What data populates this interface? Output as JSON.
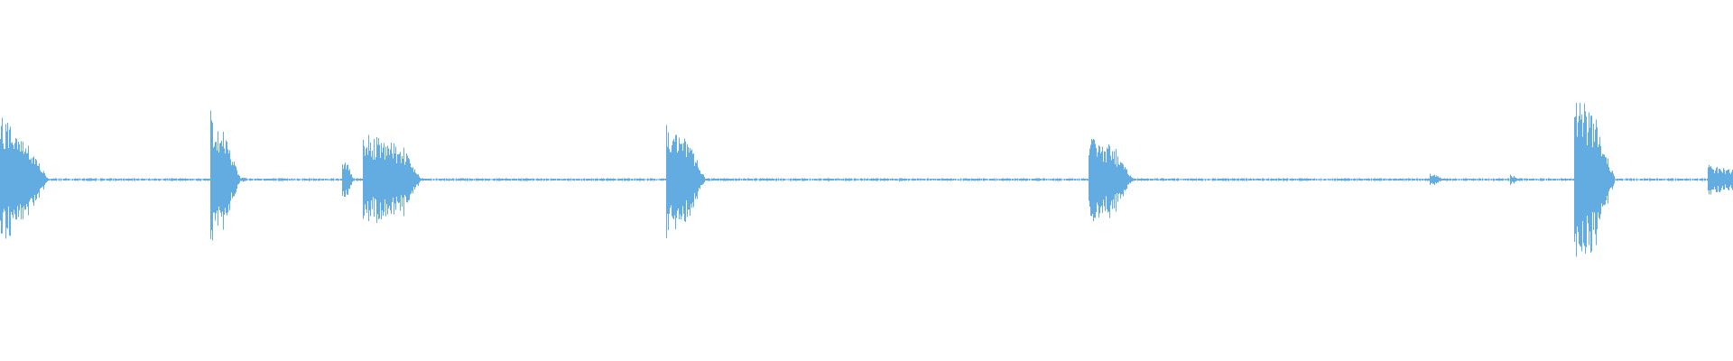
{
  "waveform": {
    "color": "#62ace2",
    "background": "#ffffff",
    "baseline_amplitude": 0.01,
    "bursts": [
      {
        "onset": 0.0,
        "peak": 0.72,
        "sustain": 0.016,
        "decay": 0.012,
        "echo": 0.025
      },
      {
        "onset": 0.121,
        "peak": 0.76,
        "sustain": 0.01,
        "decay": 0.008,
        "echo": 0.026
      },
      {
        "onset": 0.197,
        "peak": 0.25,
        "sustain": 0.004,
        "decay": 0.003
      },
      {
        "onset": 0.209,
        "peak": 0.52,
        "sustain": 0.026,
        "decay": 0.008,
        "echo": 0.04
      },
      {
        "onset": 0.384,
        "peak": 0.63,
        "sustain": 0.015,
        "decay": 0.008,
        "echo": 0.028
      },
      {
        "onset": 0.628,
        "peak": 0.51,
        "sustain": 0.016,
        "decay": 0.01,
        "echo": 0.03
      },
      {
        "onset": 0.825,
        "peak": 0.08,
        "sustain": 0.004,
        "decay": 0.004
      },
      {
        "onset": 0.871,
        "peak": 0.06,
        "sustain": 0.003,
        "decay": 0.003
      },
      {
        "onset": 0.908,
        "peak": 1.0,
        "sustain": 0.014,
        "decay": 0.01,
        "echo": 0.025
      },
      {
        "onset": 0.985,
        "peak": 0.17,
        "sustain": 0.015,
        "decay": 0.004
      }
    ]
  }
}
